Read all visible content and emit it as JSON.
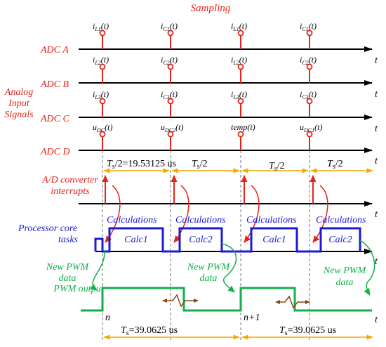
{
  "title": "Sampling",
  "t_label": "t",
  "rows": {
    "adc_a": "ADC A",
    "adc_b": "ADC B",
    "analog_1": "Analog",
    "analog_2": "Input",
    "analog_3": "Signals",
    "adc_c": "ADC C",
    "adc_d": "ADC D",
    "ad_int_1": "A/D converter",
    "ad_int_2": "interrupts",
    "proc_1": "Processor core",
    "proc_2": "tasks",
    "pwm_out": "PWM output"
  },
  "samples": {
    "adc_a": [
      {
        "base": "i",
        "sub": "L1",
        "arg": "(t)"
      },
      {
        "base": "i",
        "sub": "C1",
        "arg": "(t)"
      },
      {
        "base": "i",
        "sub": "L1",
        "arg": "(t)"
      },
      {
        "base": "i",
        "sub": "C1",
        "arg": "(t)"
      }
    ],
    "adc_b": [
      {
        "base": "i",
        "sub": "L2",
        "arg": "(t)"
      },
      {
        "base": "i",
        "sub": "C2",
        "arg": "(t)"
      },
      {
        "base": "i",
        "sub": "L2",
        "arg": "(t)"
      },
      {
        "base": "i",
        "sub": "C2",
        "arg": "(t)"
      }
    ],
    "adc_c": [
      {
        "base": "i",
        "sub": "L3",
        "arg": "(t)"
      },
      {
        "base": "i",
        "sub": "C3",
        "arg": "(t)"
      },
      {
        "base": "i",
        "sub": "L3",
        "arg": "(t)"
      },
      {
        "base": "i",
        "sub": "C3",
        "arg": "(t)"
      }
    ],
    "adc_d": [
      {
        "base": "u",
        "sub": "DC",
        "arg": "(t)"
      },
      {
        "base": "u",
        "sub": "DC2",
        "arg": "(t)"
      },
      {
        "base": "temp",
        "sub": "",
        "arg": "(t)"
      },
      {
        "base": "u",
        "sub": "DC1",
        "arg": "(t)"
      }
    ]
  },
  "half_period_first": {
    "sym": "T",
    "sub": "s",
    "rest": "/2=19.53125 us"
  },
  "half_period": {
    "sym": "T",
    "sub": "s",
    "rest": "/2"
  },
  "full_period": {
    "sym": "T",
    "sub": "s",
    "rest": "=39.0625 us"
  },
  "calculations": "Calculations",
  "tasks": [
    "Calc1",
    "Calc2",
    "Calc1",
    "Calc2"
  ],
  "new_pwm_1": "New PWM",
  "new_pwm_2": "data",
  "period_n": "n",
  "period_n1": "n+1",
  "colors": {
    "red": "#e8221b",
    "blue": "#1b1bd6",
    "green": "#11b04a",
    "orange": "#f5a800",
    "brown": "#8b4513",
    "black": "#000000"
  }
}
